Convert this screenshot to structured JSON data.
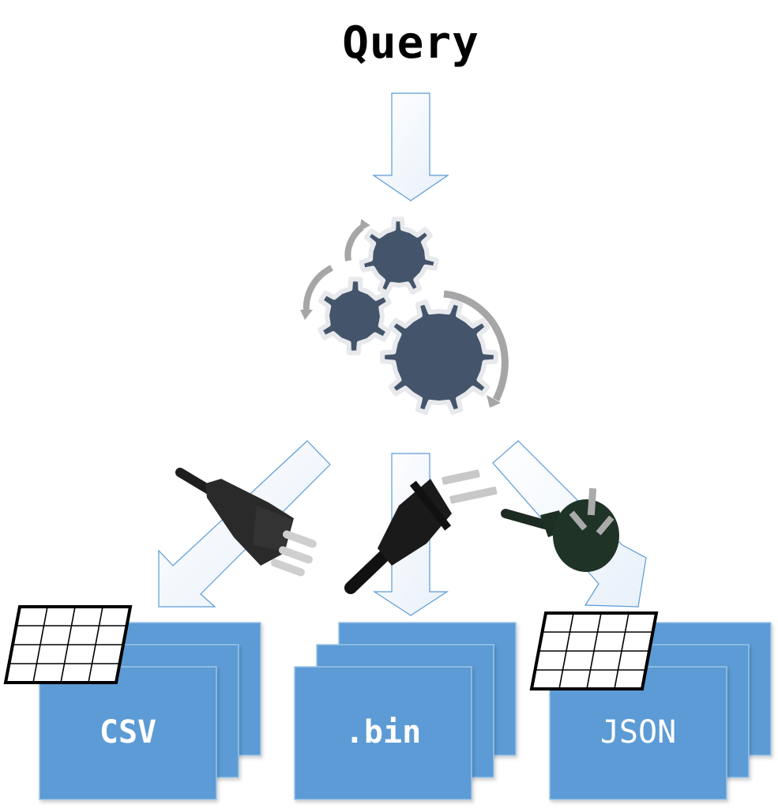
{
  "diagram": {
    "title": "Query",
    "engine_icon": "gears-icon",
    "colors": {
      "card_fill": "#5b9bd5",
      "card_border": "#9dc3e6",
      "gear_fill": "#44546a",
      "gear_outline": "#e7e9ec",
      "rotation_arrow": "#a6a6a6",
      "flow_arrow_stroke": "#5b9bd5",
      "flow_arrow_fill": "#f3f7fc"
    },
    "outputs": [
      {
        "label": "CSV",
        "plug_icon": "type-l-plug-icon",
        "has_table_icon": true
      },
      {
        "label": ".bin",
        "plug_icon": "type-a-plug-icon",
        "has_table_icon": false
      },
      {
        "label": "JSON",
        "plug_icon": "type-i-plug-icon",
        "has_table_icon": true
      }
    ]
  }
}
